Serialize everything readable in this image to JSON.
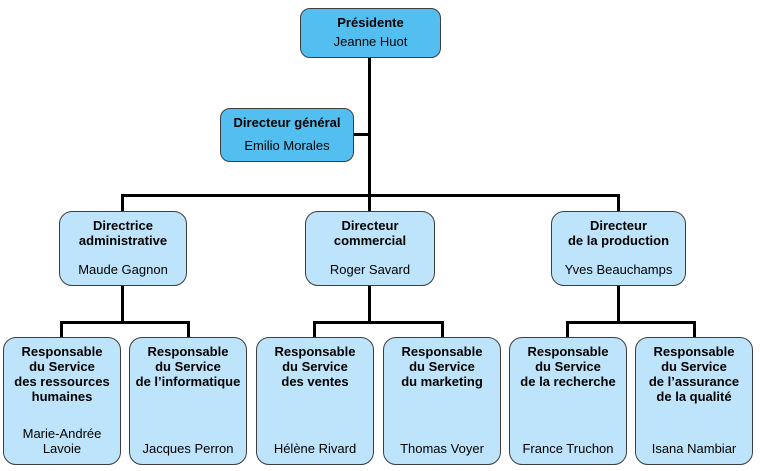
{
  "diagram": {
    "type": "org-chart",
    "language": "fr",
    "nodes": {
      "presidente": {
        "title": "Présidente",
        "name": "Jeanne Huot",
        "level": 1
      },
      "directeur_general": {
        "title": "Directeur général",
        "name": "Emilio Morales",
        "level": 2
      },
      "directrice_administrative": {
        "title": "Directrice\nadministrative",
        "name": "Maude Gagnon",
        "level": 3
      },
      "directeur_commercial": {
        "title": "Directeur\ncommercial",
        "name": "Roger Savard",
        "level": 3
      },
      "directeur_production": {
        "title": "Directeur\nde la production",
        "name": "Yves Beauchamps",
        "level": 3
      },
      "resp_ressources_humaines": {
        "title": "Responsable\ndu Service\ndes ressources\nhumaines",
        "name": "Marie-Andrée\nLavoie",
        "level": 4
      },
      "resp_informatique": {
        "title": "Responsable\ndu Service\nde l’informatique",
        "name": "Jacques Perron",
        "level": 4
      },
      "resp_ventes": {
        "title": "Responsable\ndu Service\ndes ventes",
        "name": "Hélène Rivard",
        "level": 4
      },
      "resp_marketing": {
        "title": "Responsable\ndu Service\ndu marketing",
        "name": "Thomas Voyer",
        "level": 4
      },
      "resp_recherche": {
        "title": "Responsable\ndu Service\nde la recherche",
        "name": "France Truchon",
        "level": 4
      },
      "resp_qualite": {
        "title": "Responsable\ndu Service\nde l’assurance\nde la qualité",
        "name": "Isana Nambiar",
        "level": 4
      }
    },
    "edges": [
      {
        "from": "presidente",
        "to": "directeur_general"
      },
      {
        "from": "directeur_general",
        "to": "directrice_administrative"
      },
      {
        "from": "directeur_general",
        "to": "directeur_commercial"
      },
      {
        "from": "directeur_general",
        "to": "directeur_production"
      },
      {
        "from": "directrice_administrative",
        "to": "resp_ressources_humaines"
      },
      {
        "from": "directrice_administrative",
        "to": "resp_informatique"
      },
      {
        "from": "directeur_commercial",
        "to": "resp_ventes"
      },
      {
        "from": "directeur_commercial",
        "to": "resp_marketing"
      },
      {
        "from": "directeur_production",
        "to": "resp_recherche"
      },
      {
        "from": "directeur_production",
        "to": "resp_qualite"
      }
    ],
    "colors": {
      "executive_fill": "#53bff0",
      "manager_fill": "#bde4fb",
      "box_border": "#3e3e3e",
      "connector": "#000000",
      "text": "#000000",
      "background": "#ffffff"
    }
  }
}
